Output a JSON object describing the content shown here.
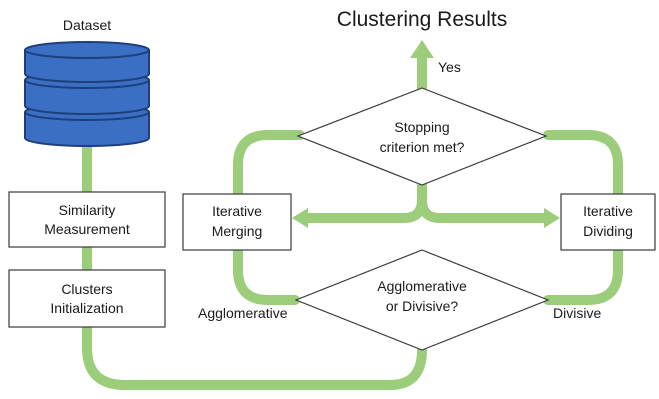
{
  "colors": {
    "flow": "#9ccd7a",
    "database_fill": "#3b6fc4",
    "database_stroke": "#1f3f7a",
    "box_stroke": "#3a3a3a"
  },
  "labels": {
    "dataset": "Dataset",
    "clustering_results": "Clustering Results",
    "yes": "Yes",
    "similarity_line1": "Similarity",
    "similarity_line2": "Measurement",
    "clusters_line1": "Clusters",
    "clusters_line2": "Initialization",
    "stopping_line1": "Stopping",
    "stopping_line2": "criterion met?",
    "iterative_merging_line1": "Iterative",
    "iterative_merging_line2": "Merging",
    "iterative_dividing_line1": "Iterative",
    "iterative_dividing_line2": "Dividing",
    "agglo_div_line1": "Agglomerative",
    "agglo_div_line2": "or Divisive?",
    "agglomerative": "Agglomerative",
    "divisive": "Divisive"
  },
  "icons": {
    "database": "database-icon"
  }
}
